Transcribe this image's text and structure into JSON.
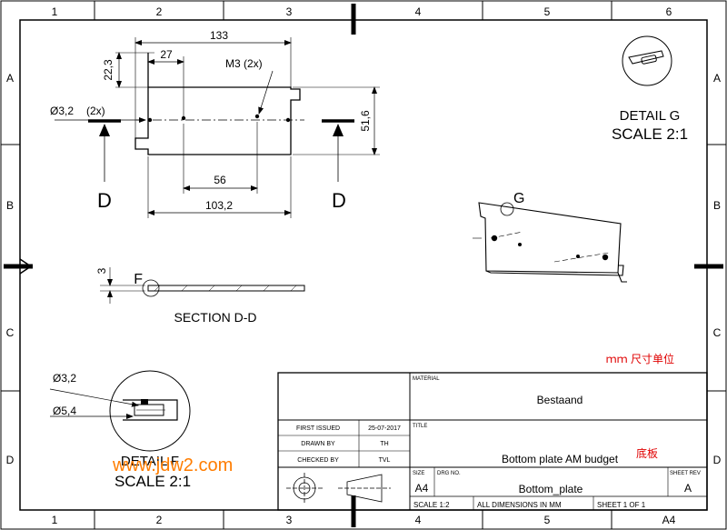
{
  "frame": {
    "columns_top": [
      "1",
      "2",
      "3",
      "4",
      "5",
      "6"
    ],
    "columns_bottom": [
      "1",
      "2",
      "3",
      "4",
      "5",
      "A4"
    ],
    "rows": [
      "A",
      "B",
      "C",
      "D"
    ]
  },
  "main_view": {
    "dim_overall_width": "133",
    "dim_slot_offset": "27",
    "dim_slot_depth": "22,3",
    "hole_label": "M3 (2x)",
    "dim_small_hole": "Ø3,2",
    "small_hole_qty": "(2x)",
    "dim_height": "51,6",
    "dim_hole_spacing": "56",
    "dim_bottom_width": "103,2",
    "section_letter_left": "D",
    "section_letter_right": "D"
  },
  "section_view": {
    "dim_thickness": "3",
    "detail_marker": "F",
    "title": "SECTION D-D"
  },
  "detail_g": {
    "title": "DETAIL G",
    "scale": "SCALE 2:1"
  },
  "iso_view": {
    "detail_marker": "G"
  },
  "detail_f": {
    "dim_inner": "Ø3,2",
    "dim_outer": "Ø5,4",
    "title": "DETAIL F",
    "scale": "SCALE 2:1"
  },
  "annotation": {
    "unit_note": "ｍｍ 尺寸单位",
    "title_cn": "底板",
    "watermark": "www.jdw2.com"
  },
  "title_block": {
    "material_label": "MATERIAL",
    "material_value": "Bestaand",
    "title_label": "TITLE",
    "title_value": "Bottom plate AM budget",
    "first_issued_label": "FIRST ISSUED",
    "first_issued_value": "25-07-2017",
    "drawn_by_label": "DRAWN BY",
    "drawn_by_value": "TH",
    "checked_by_label": "CHECKED BY",
    "checked_by_value": "TVL",
    "size_label": "SIZE",
    "size_value": "A4",
    "drg_no_label": "DRG NO.",
    "drg_no_value": "Bottom_plate",
    "sheet_rev_label": "SHEET REV",
    "sheet_rev_value": "A",
    "scale_value": "SCALE 1:2",
    "dimensions_note": "ALL DIMENSIONS IN MM",
    "sheet_value": "SHEET 1 OF 1"
  }
}
